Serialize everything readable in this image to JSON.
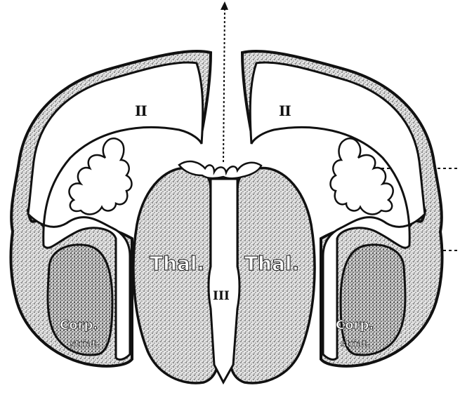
{
  "labels": {
    "ventricle_left": "II",
    "ventricle_right": "II",
    "thalamus_left": "Thal.",
    "thalamus_right": "Thal.",
    "third_ventricle": "III",
    "corpus_left": "Corp.",
    "striat_left": "striat.",
    "corpus_right": "Corp.",
    "striat_right": "striat."
  },
  "style": {
    "ink": "#111111",
    "paper": "#ffffff",
    "stipple": "#555555"
  }
}
